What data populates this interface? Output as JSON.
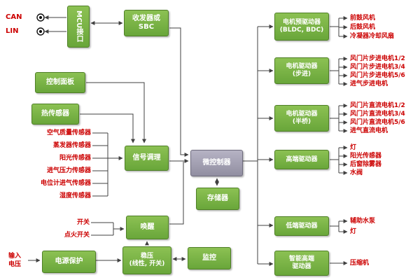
{
  "colors": {
    "box_green": "#69a63a",
    "box_green_light": "#8cc153",
    "box_green_border": "#4e7f26",
    "box_gray": "#918ea1",
    "box_gray_light": "#b6b3c4",
    "box_gray_border": "#6f6c7e",
    "red_text": "#cc0000",
    "line": "#404040"
  },
  "io": {
    "can": "CAN",
    "lin": "LIN",
    "input_voltage": "输入\n电压"
  },
  "blocks": {
    "mcu_interface": "MCU接口",
    "transceiver_sbc": "收发器或\nSBC",
    "control_panel": "控制面板",
    "thermal_sensor": "热传感器",
    "signal_conditioning": "信号调理",
    "microcontroller": "微控制器",
    "memory": "存储器",
    "wakeup": "唤醒",
    "regulator": "稳压\n(线性, 开关)",
    "monitor": "监控",
    "power_protection": "电源保护",
    "motor_predriver": "电机预驱动器\n(BLDC, BDC)",
    "motor_driver_stepper": "电机驱动器\n(步进)",
    "motor_driver_half_bridge": "电机驱动器\n(半桥)",
    "high_side_driver": "高端驱动器",
    "low_side_driver": "低端驱动器",
    "smart_high_side_driver": "智能高端\n驱动器"
  },
  "left_sensors": [
    "空气质量传感器",
    "蒸发器传感器",
    "阳光传感器",
    "进气压力传感器",
    "电位计进气传感器",
    "湿度传感器"
  ],
  "switch_inputs": [
    "开关",
    "点火开关"
  ],
  "outputs": {
    "predriver": [
      "前鼓风机",
      "后鼓风机",
      "冷凝器冷却风扇"
    ],
    "stepper": [
      "风门片步进电机1/2",
      "风门片步进电机3/4",
      "风门片步进电机5/6",
      "进气步进电机"
    ],
    "half_bridge": [
      "风门片直流电机1/2",
      "风门片直流电机3/4",
      "风门片直流电机5/6",
      "进气直流电机"
    ],
    "high_side": [
      "灯",
      "阳光传感器",
      "后窗除雾器",
      "水阀"
    ],
    "low_side": [
      "辅助水泵",
      "灯"
    ],
    "smart_high_side": [
      "压缩机"
    ]
  }
}
